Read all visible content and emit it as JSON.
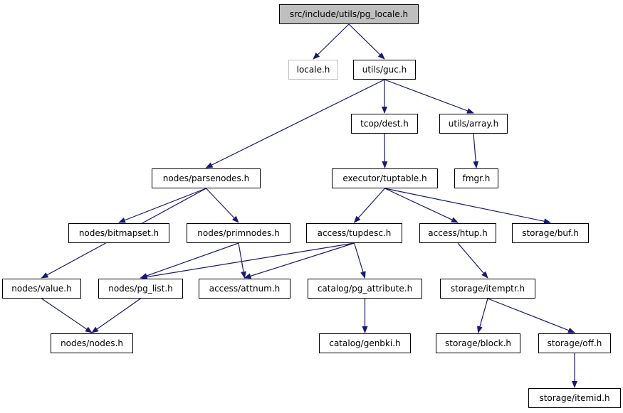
{
  "nodes": [
    {
      "id": "n0",
      "label": "src/include/utils/pg_locale.h",
      "kind": "root"
    },
    {
      "id": "n1",
      "label": "locale.h",
      "kind": "external"
    },
    {
      "id": "n2",
      "label": "utils/guc.h"
    },
    {
      "id": "n3",
      "label": "tcop/dest.h"
    },
    {
      "id": "n4",
      "label": "utils/array.h"
    },
    {
      "id": "n5",
      "label": "nodes/parsenodes.h"
    },
    {
      "id": "n6",
      "label": "executor/tuptable.h"
    },
    {
      "id": "n7",
      "label": "fmgr.h"
    },
    {
      "id": "n8",
      "label": "nodes/bitmapset.h"
    },
    {
      "id": "n9",
      "label": "nodes/primnodes.h"
    },
    {
      "id": "n10",
      "label": "access/tupdesc.h"
    },
    {
      "id": "n11",
      "label": "access/htup.h"
    },
    {
      "id": "n12",
      "label": "storage/buf.h"
    },
    {
      "id": "n13",
      "label": "nodes/value.h"
    },
    {
      "id": "n14",
      "label": "nodes/pg_list.h"
    },
    {
      "id": "n15",
      "label": "access/attnum.h"
    },
    {
      "id": "n16",
      "label": "catalog/pg_attribute.h"
    },
    {
      "id": "n17",
      "label": "storage/itemptr.h"
    },
    {
      "id": "n18",
      "label": "nodes/nodes.h"
    },
    {
      "id": "n19",
      "label": "catalog/genbki.h"
    },
    {
      "id": "n20",
      "label": "storage/block.h"
    },
    {
      "id": "n21",
      "label": "storage/off.h"
    },
    {
      "id": "n22",
      "label": "storage/itemid.h"
    }
  ],
  "edges": [
    [
      "n0",
      "n1"
    ],
    [
      "n0",
      "n2"
    ],
    [
      "n2",
      "n3"
    ],
    [
      "n2",
      "n4"
    ],
    [
      "n2",
      "n5"
    ],
    [
      "n3",
      "n6"
    ],
    [
      "n4",
      "n7"
    ],
    [
      "n5",
      "n8"
    ],
    [
      "n5",
      "n9"
    ],
    [
      "n5",
      "n13"
    ],
    [
      "n6",
      "n10"
    ],
    [
      "n6",
      "n11"
    ],
    [
      "n6",
      "n12"
    ],
    [
      "n9",
      "n14"
    ],
    [
      "n9",
      "n15"
    ],
    [
      "n10",
      "n14"
    ],
    [
      "n10",
      "n15"
    ],
    [
      "n10",
      "n16"
    ],
    [
      "n11",
      "n17"
    ],
    [
      "n13",
      "n18"
    ],
    [
      "n14",
      "n18"
    ],
    [
      "n16",
      "n19"
    ],
    [
      "n17",
      "n20"
    ],
    [
      "n17",
      "n21"
    ],
    [
      "n21",
      "n22"
    ]
  ],
  "colors": {
    "edge": "#191970",
    "root_fill": "#bfbfbf",
    "external_border": "#bfbfbf"
  }
}
